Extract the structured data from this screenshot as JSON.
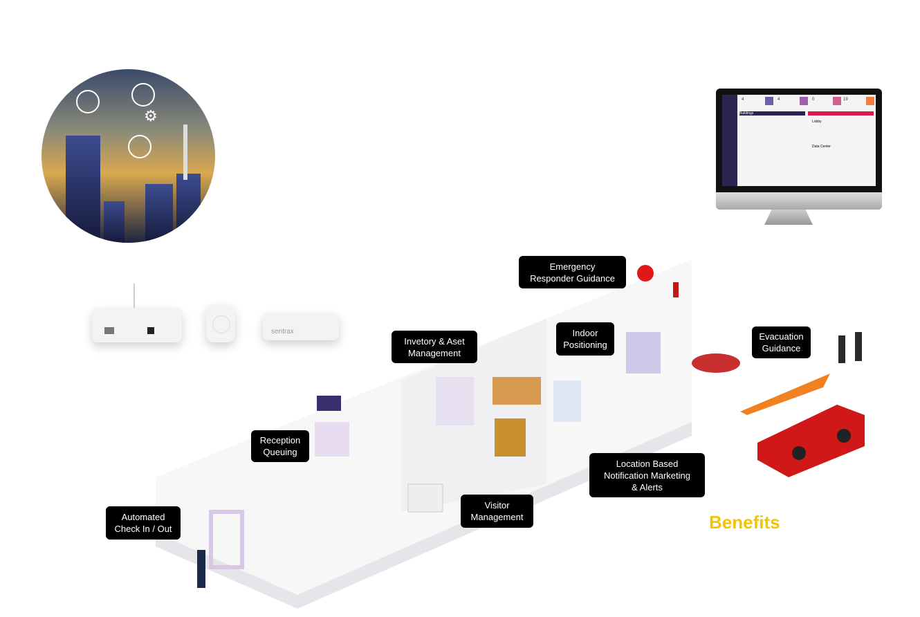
{
  "labels": {
    "emergency": "Emergency\nResponder Guidance",
    "indoor": "Indoor\nPositioning",
    "evacuation": "Evacuation\nGuidance",
    "inventory": "Invetory & Aset\nManagement",
    "reception": "Reception\nQueuing",
    "location": "Location Based\nNotification Marketing\n& Alerts",
    "visitor": "Visitor\nManagement",
    "checkin": "Automated\nCheck In / Out"
  },
  "benefits": "Benefits",
  "devices": {
    "brand": "sentrax"
  },
  "monitor": {
    "stats": [
      "4",
      "4",
      "0",
      "19"
    ],
    "panel_left": "Buildings",
    "panel_right_items": [
      "Lobby",
      "Data Center"
    ]
  },
  "colors": {
    "label_bg": "#000000",
    "benefits": "#f5c400",
    "dashboard_sidebar": "#2a2550",
    "dashboard_accent": "#d81b4e"
  }
}
